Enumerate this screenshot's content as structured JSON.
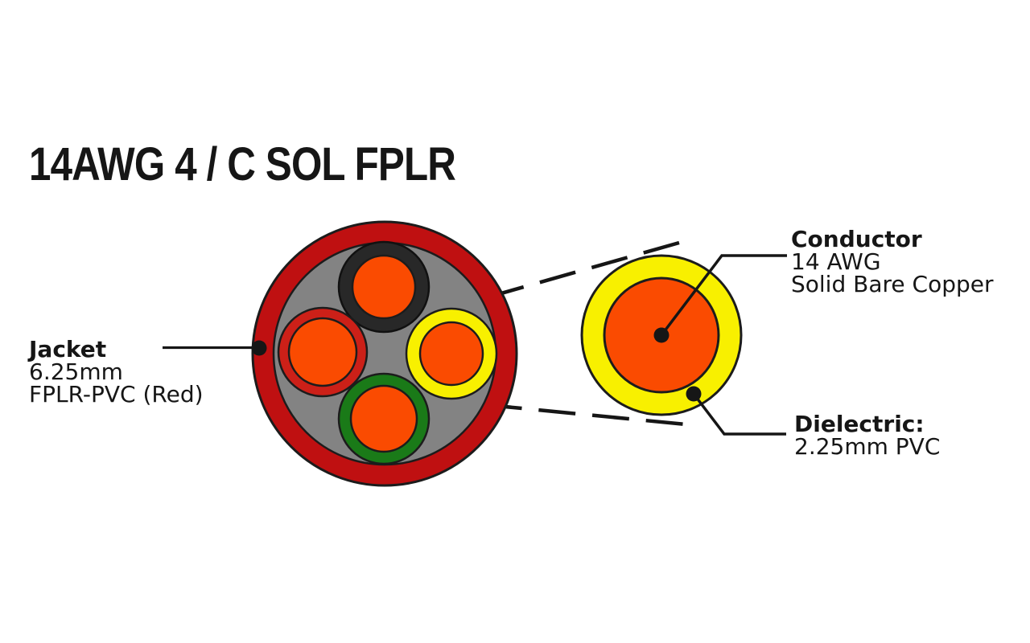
{
  "title": "14AWG 4 / C SOL FPLR",
  "callouts": {
    "jacket": {
      "heading": "Jacket",
      "lines": [
        "6.25mm",
        "FPLR-PVC (Red)"
      ]
    },
    "conductor": {
      "heading": "Conductor",
      "lines": [
        "14 AWG",
        "Solid Bare Copper"
      ]
    },
    "dielectric": {
      "heading": "Dielectric:",
      "lines": [
        "2.25mm PVC"
      ]
    }
  },
  "colors": {
    "background": "#ffffff",
    "text": "#161616",
    "line": "#161616",
    "outline": "#1c1c1c",
    "jacket_red": "#bf1011",
    "insulation_red": "#cc2018",
    "filler_gray": "#838383",
    "insulation_black": "#282828",
    "insulation_yellow": "#f8f000",
    "insulation_green": "#1a7a18",
    "copper_orange": "#fa4b01"
  }
}
